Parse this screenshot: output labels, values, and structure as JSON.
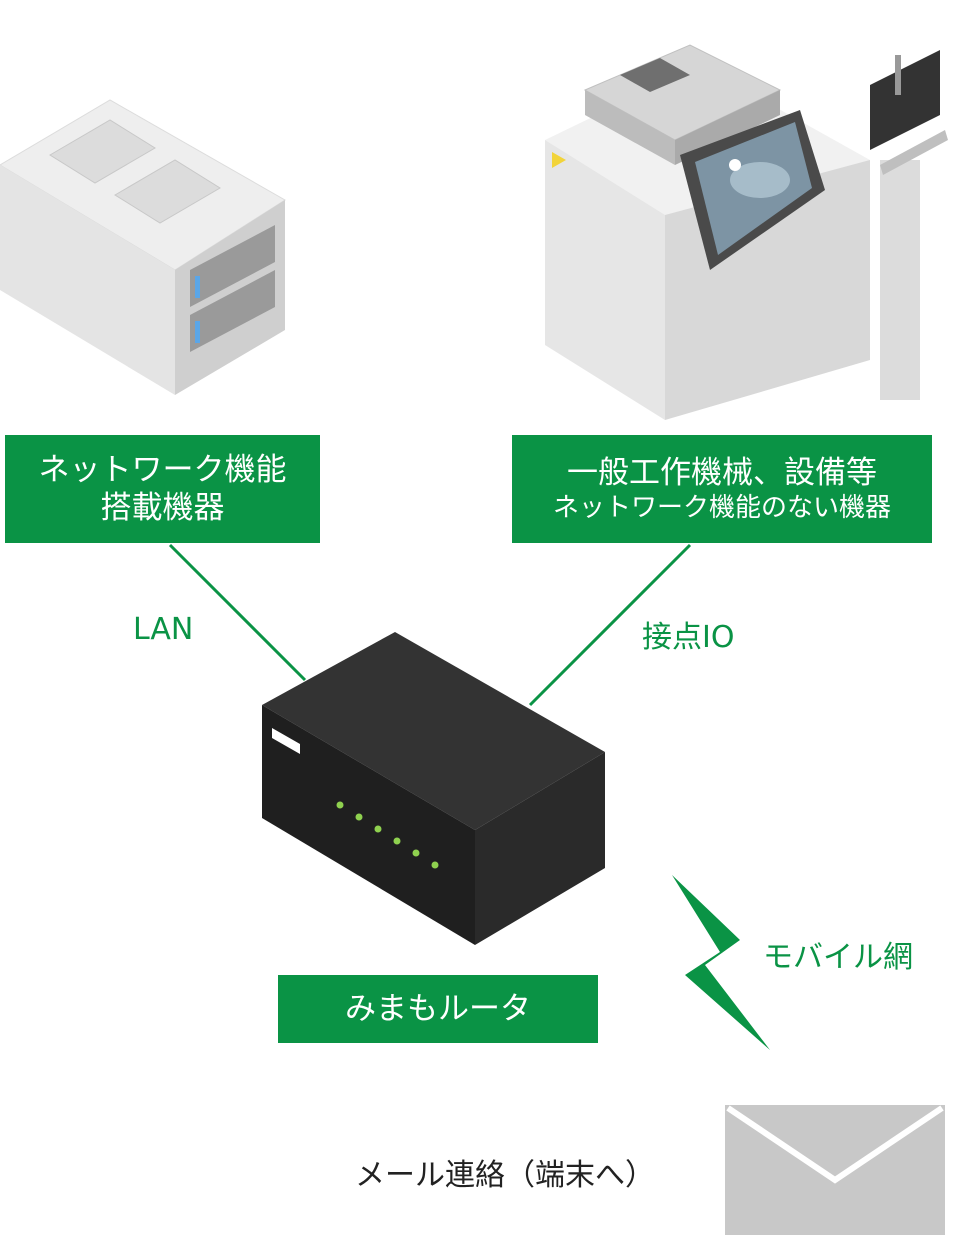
{
  "nodes": {
    "network_device": {
      "line1": "ネットワーク機能",
      "line2": "搭載機器"
    },
    "machine_tool": {
      "line1": "一般工作機械、設備等",
      "line2": "ネットワーク機能のない機器"
    },
    "router": {
      "label": "みまもルータ"
    }
  },
  "connections": {
    "lan": "LAN",
    "contact_io": "接点IO",
    "mobile": "モバイル網"
  },
  "mail": {
    "label": "メール連絡（端末へ）"
  },
  "colors": {
    "accent": "#0a9345",
    "router_body": "#2b2b2b",
    "mail_gray": "#c8c8c8",
    "led": "#8fd14f"
  }
}
